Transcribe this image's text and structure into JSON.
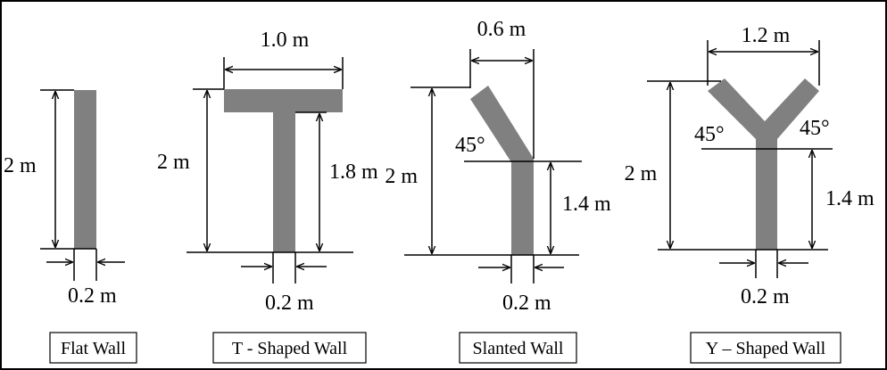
{
  "colors": {
    "wall": "#808080",
    "line": "#000000",
    "background": "#ffffff"
  },
  "panels": [
    {
      "caption": "Flat Wall",
      "height_label": "2 m",
      "thickness_label": "0.2 m"
    },
    {
      "caption": "T - Shaped Wall",
      "width_label": "1.0 m",
      "height_label": "2 m",
      "stem_label": "1.8 m",
      "thickness_label": "0.2 m"
    },
    {
      "caption": "Slanted Wall",
      "width_label": "0.6 m",
      "height_label": "2 m",
      "angle_label": "45°",
      "stem_label": "1.4 m",
      "thickness_label": "0.2 m"
    },
    {
      "caption": "Y – Shaped Wall",
      "width_label": "1.2 m",
      "height_label": "2 m",
      "angle_left_label": "45°",
      "angle_right_label": "45°",
      "stem_label": "1.4 m",
      "thickness_label": "0.2 m"
    }
  ]
}
